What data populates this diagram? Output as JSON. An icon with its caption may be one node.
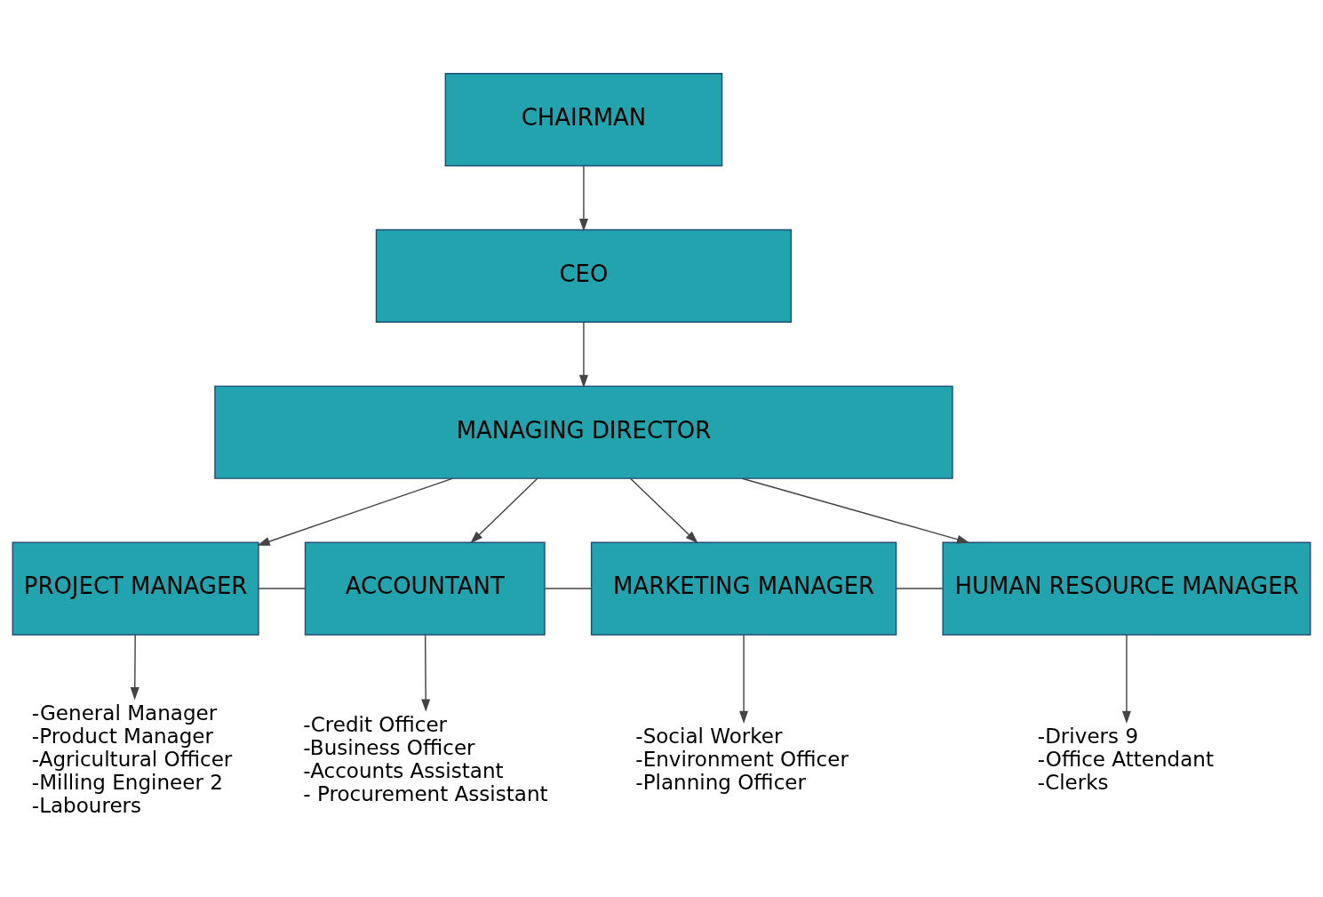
{
  "diagram": {
    "nodes": [
      {
        "text": [
          "CHAIRMAN"
        ]
      },
      {
        "text": [
          "CEO"
        ]
      },
      {
        "text": [
          "MANAGING DIRECTOR"
        ]
      },
      {
        "text": [
          "PROJECT MANAGER"
        ]
      },
      {
        "text": [
          "ACCOUNTANT"
        ]
      },
      {
        "text": [
          "MARKETING MANAGER"
        ]
      },
      {
        "text": [
          "HUMAN RESOURCE MANAGER"
        ]
      },
      {
        "text": [
          "-General Manager",
          "-Product Manager",
          "-Agricultural Officer",
          "-Milling Engineer 2",
          "-Labourers"
        ]
      },
      {
        "text": [
          "-Credit Officer",
          "-Business Officer",
          "-Accounts Assistant",
          "- Procurement Assistant"
        ]
      },
      {
        "text": [
          "-Social Worker",
          "-Environment Officer",
          "-Planning Officer"
        ]
      },
      {
        "text": [
          "-Drivers 9",
          "-Office Attendant",
          "-Clerks"
        ]
      }
    ],
    "edges": [
      {
        "from": 0,
        "to": 1,
        "arrow": "to"
      },
      {
        "from": 1,
        "to": 2,
        "arrow": "to"
      },
      {
        "from": 2,
        "to": 3,
        "arrow": "to"
      },
      {
        "from": 2,
        "to": 4,
        "arrow": "to"
      },
      {
        "from": 2,
        "to": 5,
        "arrow": "to"
      },
      {
        "from": 2,
        "to": 6,
        "arrow": "to"
      },
      {
        "from": 3,
        "to": 4,
        "arrow": "none"
      },
      {
        "from": 4,
        "to": 5,
        "arrow": "none"
      },
      {
        "from": 5,
        "to": 6,
        "arrow": "none"
      },
      {
        "from": 3,
        "to": 7,
        "arrow": "to"
      },
      {
        "from": 4,
        "to": 8,
        "arrow": "to"
      },
      {
        "from": 5,
        "to": 9,
        "arrow": "to"
      },
      {
        "from": 6,
        "to": 10,
        "arrow": "to"
      }
    ]
  }
}
